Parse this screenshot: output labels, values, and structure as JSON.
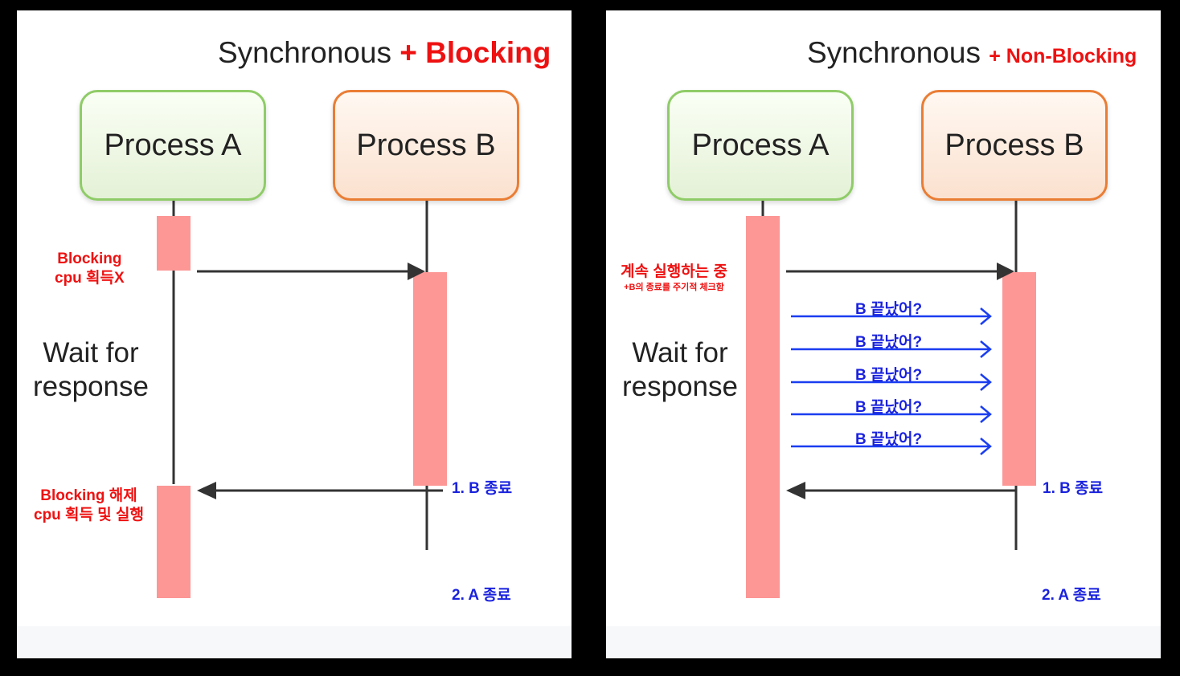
{
  "left": {
    "title_prefix": "Synchronous",
    "title_highlight": "+ Blocking",
    "process_a": "Process A",
    "process_b": "Process B",
    "blocking_line1": "Blocking",
    "blocking_line2": "cpu 획득X",
    "wait_line1": "Wait for",
    "wait_line2": "response",
    "release_line1": "Blocking 해제",
    "release_line2": "cpu 획득 및 실행",
    "b_end": "1. B 종료",
    "a_end": "2. A 종료"
  },
  "right": {
    "title_prefix": "Synchronous",
    "title_highlight": "+ Non-Blocking",
    "process_a": "Process A",
    "process_b": "Process B",
    "running_line1": "계속 실행하는 중",
    "running_line2": "+B의 종료를 주기적 체크함",
    "wait_line1": "Wait for",
    "wait_line2": "response",
    "polls": [
      "B 끝났어?",
      "B 끝났어?",
      "B 끝났어?",
      "B 끝났어?",
      "B 끝났어?"
    ],
    "b_end": "1. B 종료",
    "a_end": "2. A 종료"
  },
  "colors": {
    "activation": "#fc9796",
    "lifeline": "#333333",
    "poll_arrow": "#1a3df0",
    "highlight_red": "#ee1111",
    "label_blue": "#1a22dd"
  }
}
